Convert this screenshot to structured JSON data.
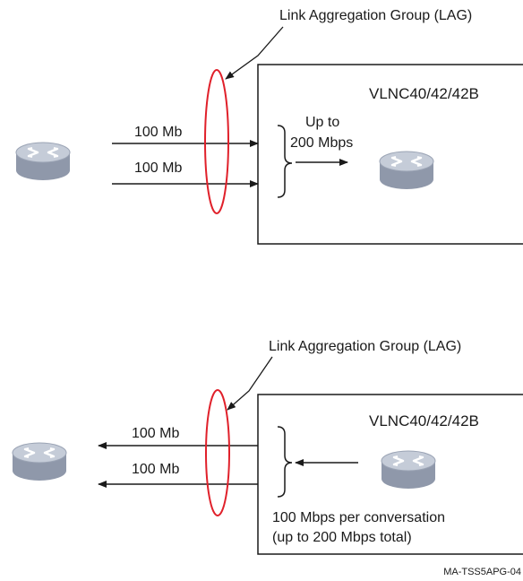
{
  "colors": {
    "lag_ellipse": "#e0202a",
    "router_body": "#9aa3b4",
    "router_top": "#c5ccd8",
    "line": "#1a1a1a"
  },
  "top": {
    "lag_label": "Link Aggregation Group (LAG)",
    "box_title": "VLNC40/42/42B",
    "link1_label": "100 Mb",
    "link2_label": "100 Mb",
    "throughput_line1": "Up to",
    "throughput_line2": "200 Mbps"
  },
  "bottom": {
    "lag_label": "Link Aggregation Group (LAG)",
    "box_title": "VLNC40/42/42B",
    "link1_label": "100 Mb",
    "link2_label": "100 Mb",
    "note_line1": "100 Mbps per conversation",
    "note_line2": "(up to 200 Mbps total)"
  },
  "figure_id": "MA-TSS5APG-04"
}
